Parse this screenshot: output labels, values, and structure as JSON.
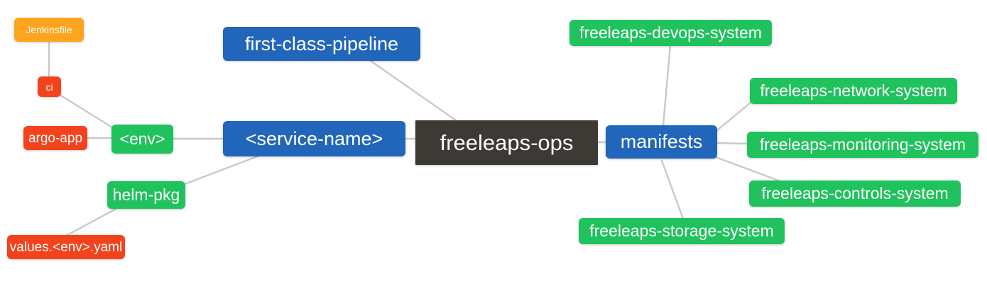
{
  "diagram": {
    "type": "mind-map",
    "title": "freeleaps-ops",
    "background_color": "#ffffff",
    "edge_color": "#c9c9c9",
    "palette": {
      "root_dark": "#3d3935",
      "blue": "#2166ba",
      "green": "#1fc25c",
      "amber": "#ffa41f",
      "red": "#f4431c",
      "text": "#ffffff"
    },
    "nodes": {
      "root": {
        "label": "freeleaps-ops"
      },
      "service_name": {
        "label": "<service-name>"
      },
      "first_class_pipeline": {
        "label": "first-class-pipeline"
      },
      "manifests": {
        "label": "manifests"
      },
      "env": {
        "label": "<env>"
      },
      "ci": {
        "label": "ci"
      },
      "jenkinsfile": {
        "label": "Jenkinsfile"
      },
      "argo_app": {
        "label": "argo-app"
      },
      "helm_pkg": {
        "label": "helm-pkg"
      },
      "values_yaml": {
        "label": "values.<env>.yaml"
      },
      "devops_system": {
        "label": "freeleaps-devops-system"
      },
      "network_system": {
        "label": "freeleaps-network-system"
      },
      "monitoring_system": {
        "label": "freeleaps-monitoring-system"
      },
      "controls_system": {
        "label": "freeleaps-controls-system"
      },
      "storage_system": {
        "label": "freeleaps-storage-system"
      }
    },
    "edges": [
      {
        "from": "first_class_pipeline",
        "to": "root"
      },
      {
        "from": "service_name",
        "to": "root"
      },
      {
        "from": "root",
        "to": "manifests"
      },
      {
        "from": "env",
        "to": "service_name"
      },
      {
        "from": "helm_pkg",
        "to": "service_name"
      },
      {
        "from": "argo_app",
        "to": "env"
      },
      {
        "from": "ci",
        "to": "env"
      },
      {
        "from": "jenkinsfile",
        "to": "ci"
      },
      {
        "from": "values_yaml",
        "to": "helm_pkg"
      },
      {
        "from": "manifests",
        "to": "devops_system"
      },
      {
        "from": "manifests",
        "to": "network_system"
      },
      {
        "from": "manifests",
        "to": "monitoring_system"
      },
      {
        "from": "manifests",
        "to": "controls_system"
      },
      {
        "from": "manifests",
        "to": "storage_system"
      }
    ]
  }
}
